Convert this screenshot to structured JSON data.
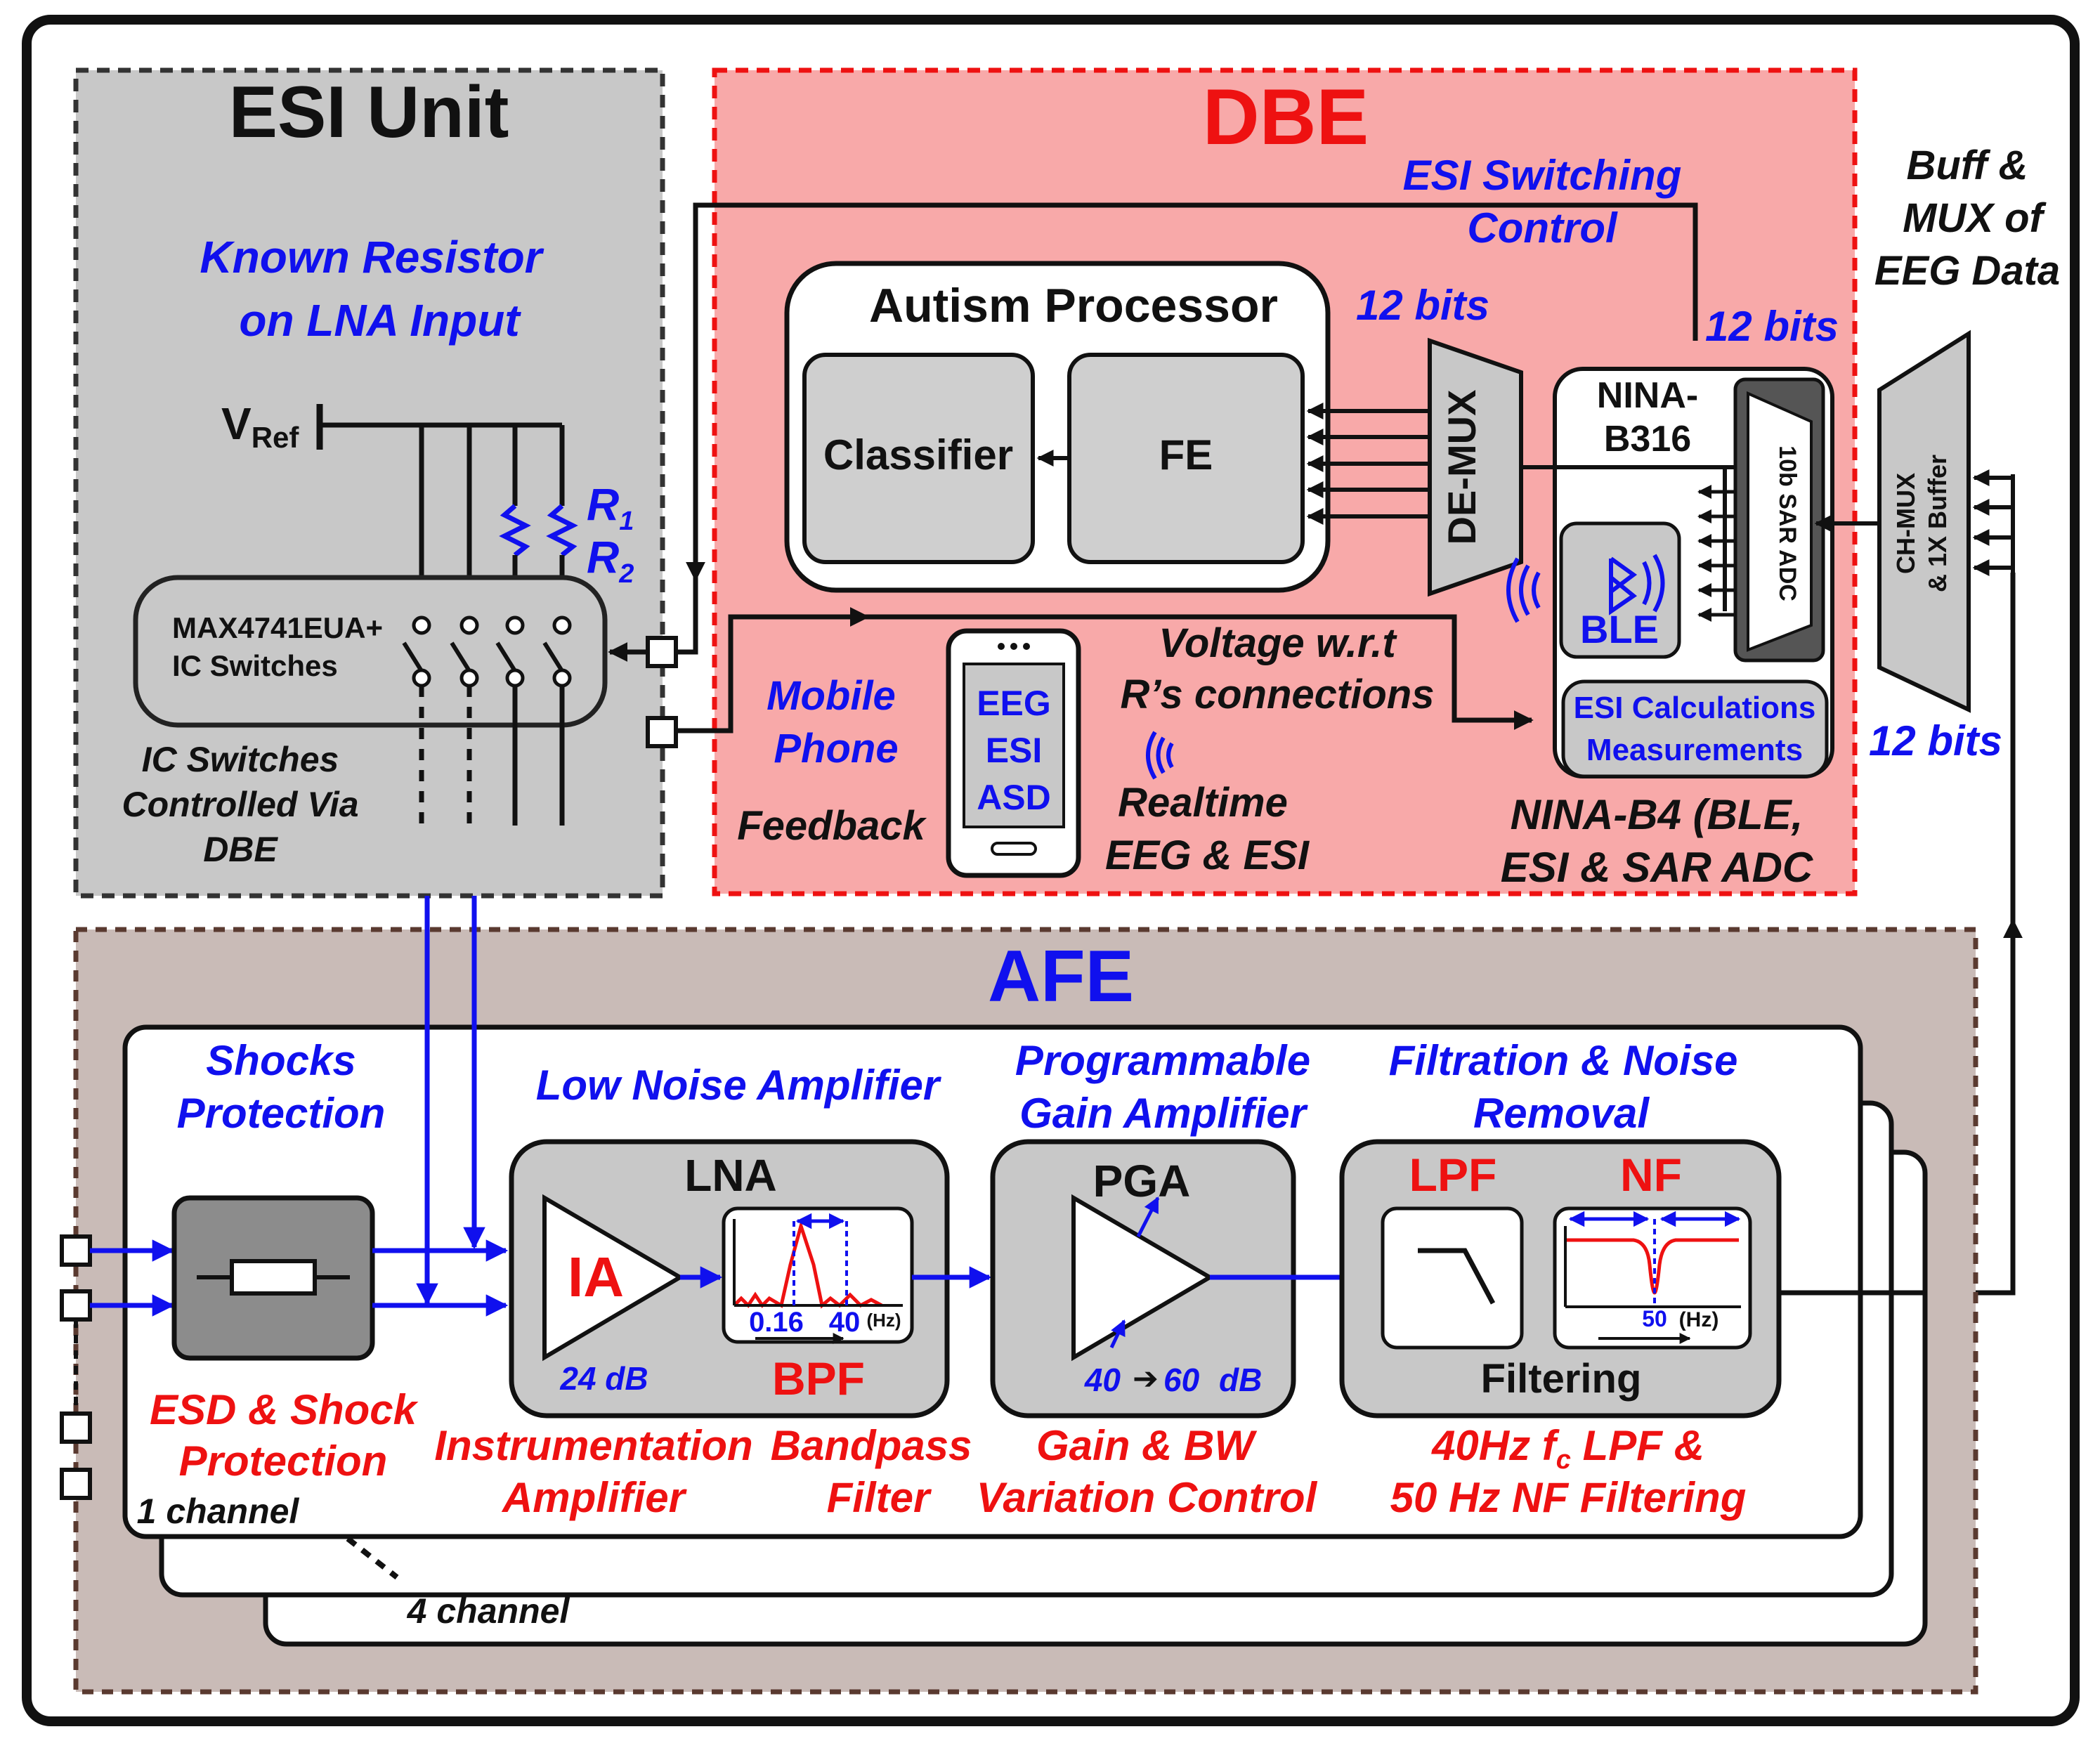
{
  "esi": {
    "title": "ESI Unit",
    "known_line1": "Known Resistor",
    "known_line2": "on LNA Input",
    "vref": "V",
    "vref_sub": "Ref",
    "r1": "R",
    "r1_sub": "1",
    "r2": "R",
    "r2_sub": "2",
    "switch_line1": "MAX4741EUA+",
    "switch_line2": "IC Switches",
    "ctrl_line1": "IC Switches",
    "ctrl_line2": "Controlled Via",
    "ctrl_line3": "DBE"
  },
  "dbe": {
    "title": "DBE",
    "esi_switch_line1": "ESI Switching",
    "esi_switch_line2": "Control",
    "autism_title": "Autism Processor",
    "classifier": "Classifier",
    "fe": "FE",
    "bits_demux": "12 bits",
    "demux": "DE-MUX",
    "bits_nina": "12 bits",
    "nina_line1": "NINA-",
    "nina_line2": "B316",
    "sar": "10b SAR ADC",
    "ble": "BLE",
    "esi_calc_line1": "ESI Calculations",
    "esi_calc_line2": "Measurements",
    "voltage_line1": "Voltage w.r.t",
    "voltage_line2": "R’s connections",
    "mobile_line1": "Mobile",
    "mobile_line2": "Phone",
    "feedback": "Feedback",
    "phone_line1": "EEG",
    "phone_line2": "ESI",
    "phone_line3": "ASD",
    "realtime_line1": "Realtime",
    "realtime_line2": "EEG & ESI",
    "ninab4_line1": "NINA-B4 (BLE,",
    "ninab4_line2": "ESI & SAR ADC"
  },
  "buff": {
    "line1": "Buff &",
    "line2": "MUX of",
    "line3": "EEG Data",
    "mux_line1": "CH-MUX",
    "mux_line2": "& 1X Buffer",
    "bits": "12 bits"
  },
  "afe": {
    "title": "AFE",
    "shocks_line1": "Shocks",
    "shocks_line2": "Protection",
    "lna_heading": "Low Noise Amplifier",
    "pga_heading_line1": "Programmable",
    "pga_heading_line2": "Gain Amplifier",
    "filt_heading_line1": "Filtration & Noise",
    "filt_heading_line2": "Removal",
    "lna": "LNA",
    "ia": "IA",
    "ia_gain": "24 dB",
    "bpf": "BPF",
    "bpf_lo": "0.16",
    "bpf_hi": "40",
    "hz": "(Hz)",
    "pga": "PGA",
    "pga_gain_lo": "40",
    "pga_gain_hi": "60",
    "pga_unit": "dB",
    "lpf": "LPF",
    "nf": "NF",
    "nf_freq": "50",
    "filtering": "Filtering",
    "esd_line1": "ESD & Shock",
    "esd_line2": "Protection",
    "one_channel": "1 channel",
    "four_channel": "4 channel",
    "ia_desc_line1": "Instrumentation",
    "ia_desc_line2": "Amplifier",
    "bpf_desc_line1": "Bandpass",
    "bpf_desc_line2": "Filter",
    "pga_desc_line1": "Gain & BW",
    "pga_desc_line2": "Variation Control",
    "filt_desc_line1": "40Hz f",
    "filt_desc_sub": "c",
    "filt_desc_line1b": " LPF &",
    "filt_desc_line2": "50 Hz NF Filtering"
  },
  "colors": {
    "label_blue": "#1010ee",
    "label_red": "#ee1111",
    "esi_bg": "#c8c8c8",
    "dbe_bg": "#f8a9a9",
    "afe_bg": "#c9bbb7"
  }
}
